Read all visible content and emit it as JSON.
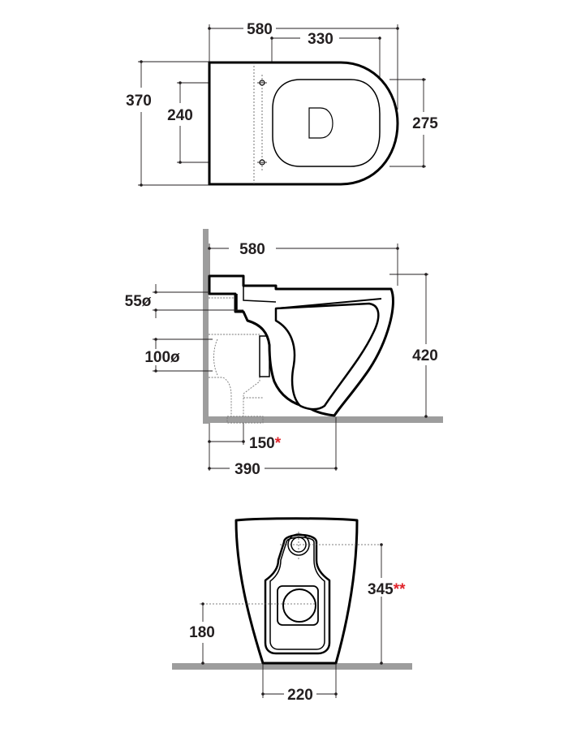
{
  "top_view": {
    "overall_length": "580",
    "bowl_length": "330",
    "overall_width": "370",
    "fixing_spacing": "240",
    "bowl_width": "275"
  },
  "side_view": {
    "length": "580",
    "inlet_diameter": "55ø",
    "outlet_diameter": "100ø",
    "height": "420",
    "floor_outlet_distance": "150",
    "floor_outlet_mark": "*",
    "foot_length": "390"
  },
  "rear_view": {
    "drain_height": "345",
    "drain_height_mark": "**",
    "wall_outlet_height": "180",
    "base_width": "220"
  }
}
